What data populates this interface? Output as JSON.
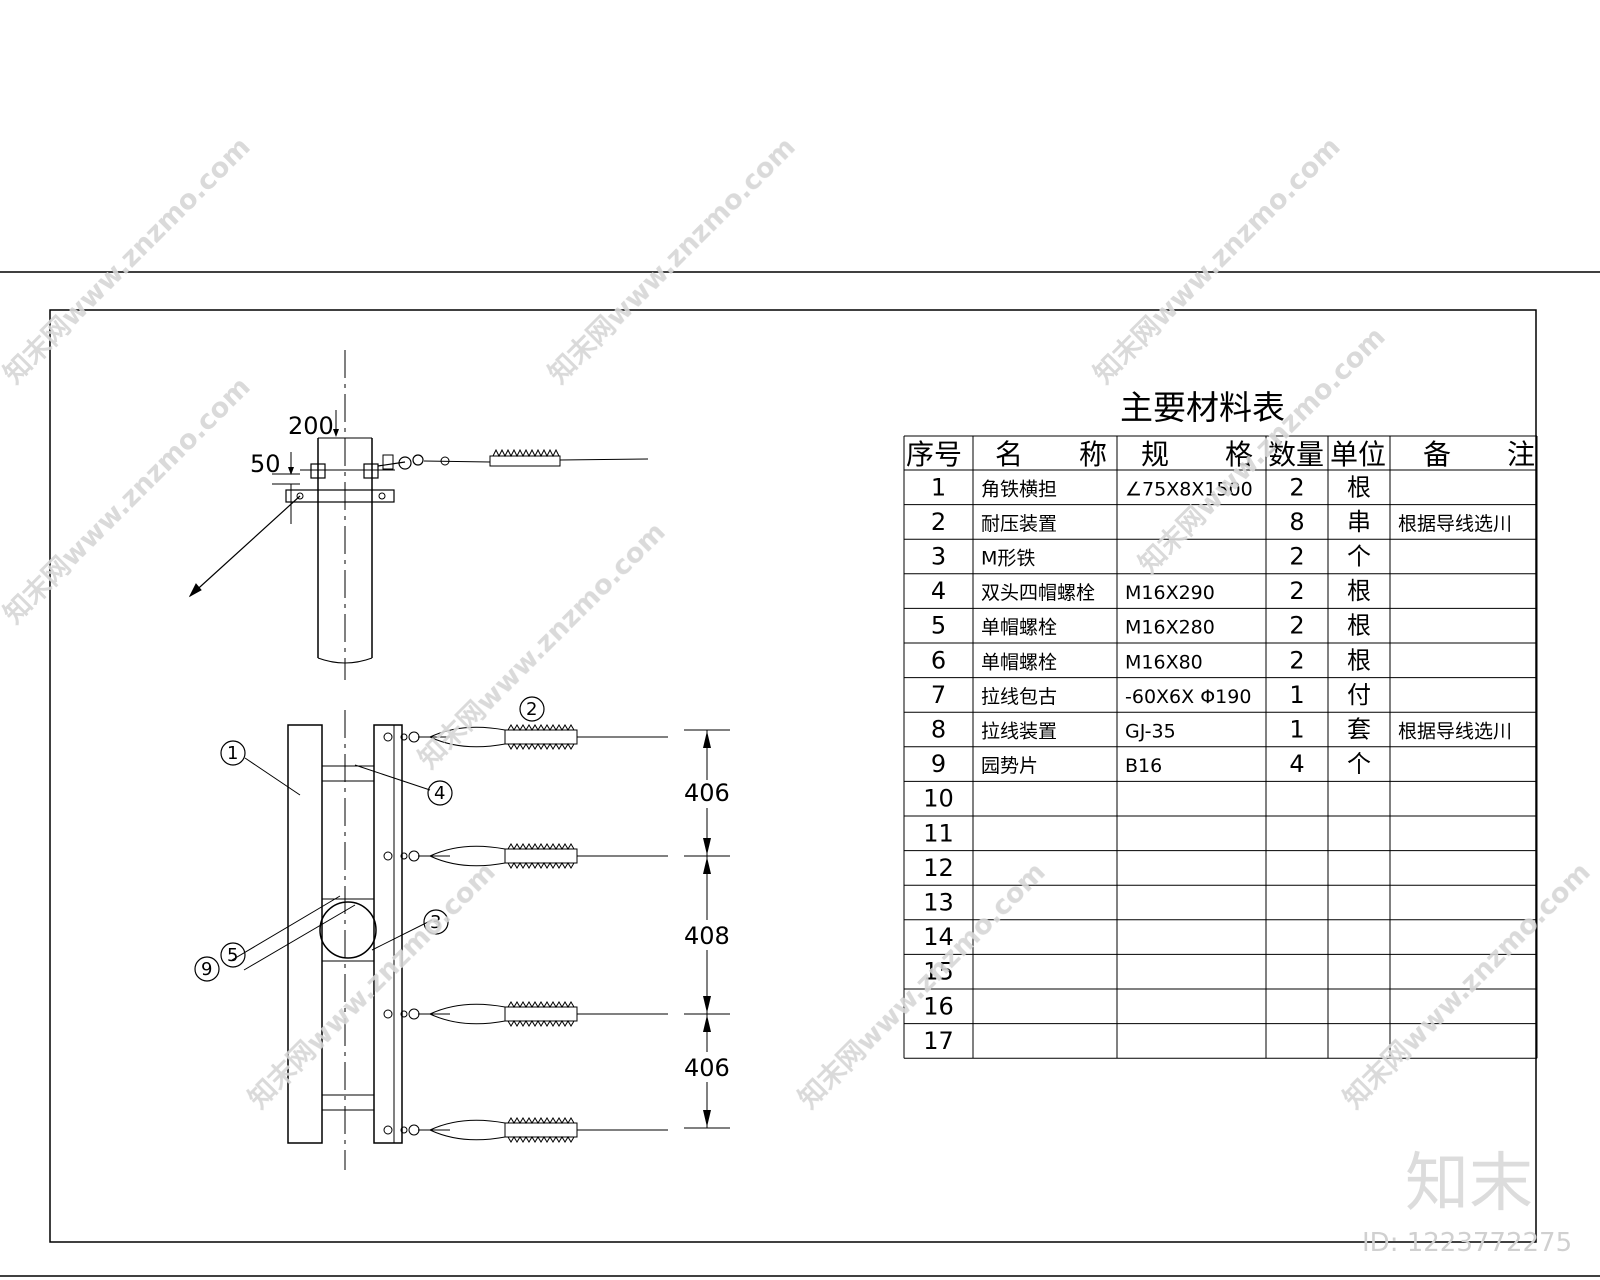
{
  "table": {
    "title": "主要材料表",
    "headers": {
      "index": "序号",
      "name": "名　　称",
      "spec": "规　　格",
      "qty": "数量",
      "unit": "单位",
      "note": "备　　注"
    },
    "rows": [
      {
        "index": "1",
        "name": "角铁横担",
        "spec": "∠75X8X1500",
        "qty": "2",
        "unit": "根",
        "note": ""
      },
      {
        "index": "2",
        "name": "耐压装置",
        "spec": "",
        "qty": "8",
        "unit": "串",
        "note": "根据导线选川"
      },
      {
        "index": "3",
        "name": "M形铁",
        "spec": "",
        "qty": "2",
        "unit": "个",
        "note": ""
      },
      {
        "index": "4",
        "name": "双头四帽螺栓",
        "spec": "M16X290",
        "qty": "2",
        "unit": "根",
        "note": ""
      },
      {
        "index": "5",
        "name": "单帽螺栓",
        "spec": "M16X280",
        "qty": "2",
        "unit": "根",
        "note": ""
      },
      {
        "index": "6",
        "name": "单帽螺栓",
        "spec": "M16X80",
        "qty": "2",
        "unit": "根",
        "note": ""
      },
      {
        "index": "7",
        "name": "拉线包古",
        "spec": "-60X6X Φ190",
        "qty": "1",
        "unit": "付",
        "note": ""
      },
      {
        "index": "8",
        "name": "拉线装置",
        "spec": "GJ-35",
        "qty": "1",
        "unit": "套",
        "note": "根据导线选川"
      },
      {
        "index": "9",
        "name": "园势片",
        "spec": "B16",
        "qty": "4",
        "unit": "个",
        "note": ""
      },
      {
        "index": "10",
        "name": "",
        "spec": "",
        "qty": "",
        "unit": "",
        "note": ""
      },
      {
        "index": "11",
        "name": "",
        "spec": "",
        "qty": "",
        "unit": "",
        "note": ""
      },
      {
        "index": "12",
        "name": "",
        "spec": "",
        "qty": "",
        "unit": "",
        "note": ""
      },
      {
        "index": "13",
        "name": "",
        "spec": "",
        "qty": "",
        "unit": "",
        "note": ""
      },
      {
        "index": "14",
        "name": "",
        "spec": "",
        "qty": "",
        "unit": "",
        "note": ""
      },
      {
        "index": "15",
        "name": "",
        "spec": "",
        "qty": "",
        "unit": "",
        "note": ""
      },
      {
        "index": "16",
        "name": "",
        "spec": "",
        "qty": "",
        "unit": "",
        "note": ""
      },
      {
        "index": "17",
        "name": "",
        "spec": "",
        "qty": "",
        "unit": "",
        "note": ""
      }
    ]
  },
  "dimensions": {
    "top_offset": "200",
    "bracket_offset": "50",
    "spacing_upper": "406",
    "spacing_middle": "408",
    "spacing_lower": "406"
  },
  "callouts": {
    "crossarm": "1",
    "strain_assembly": "2",
    "m_iron": "3",
    "double_bolt": "4",
    "washer": "9",
    "single_bolt": "5"
  },
  "watermark": {
    "text": "知末网www.znzmo.com",
    "brand": "知末",
    "id": "ID: 1223772275"
  }
}
